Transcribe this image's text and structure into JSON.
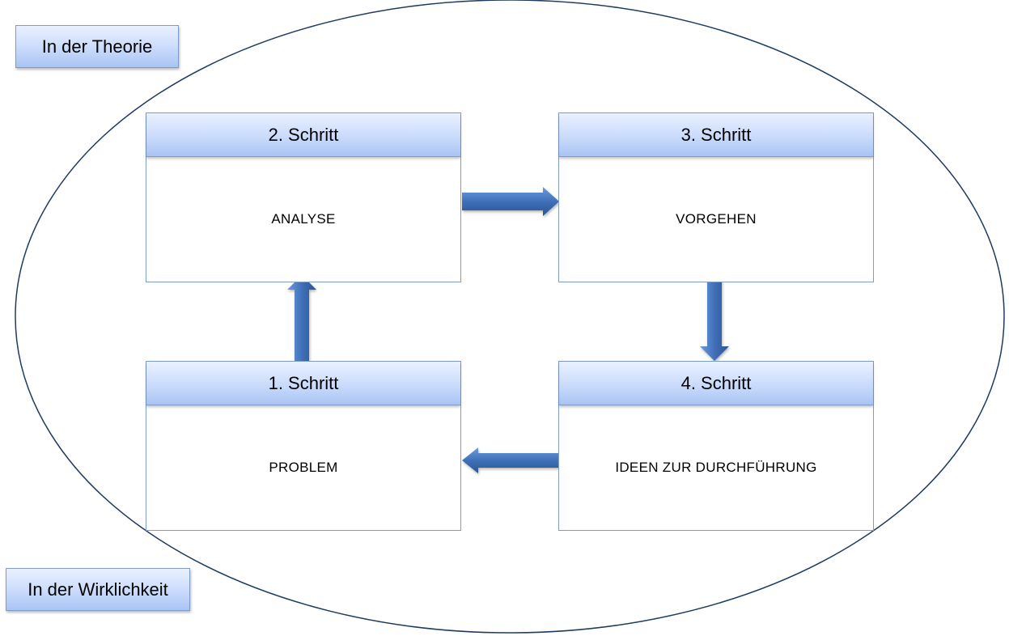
{
  "labels": {
    "theory": "In der Theorie",
    "reality": "In der Wirklichkeit"
  },
  "steps": [
    {
      "title": "1. Schritt",
      "content": "PROBLEM"
    },
    {
      "title": "2. Schritt",
      "content": "ANALYSE"
    },
    {
      "title": "3. Schritt",
      "content": "VORGEHEN"
    },
    {
      "title": "4. Schritt",
      "content": "IDEEN ZUR DURCHFÜHRUNG"
    }
  ],
  "colors": {
    "outline": "#1f3b5e",
    "box_border": "#7f9dc9",
    "arrow_dark": "#2f5f9e",
    "arrow_light": "#5b8bd0"
  }
}
